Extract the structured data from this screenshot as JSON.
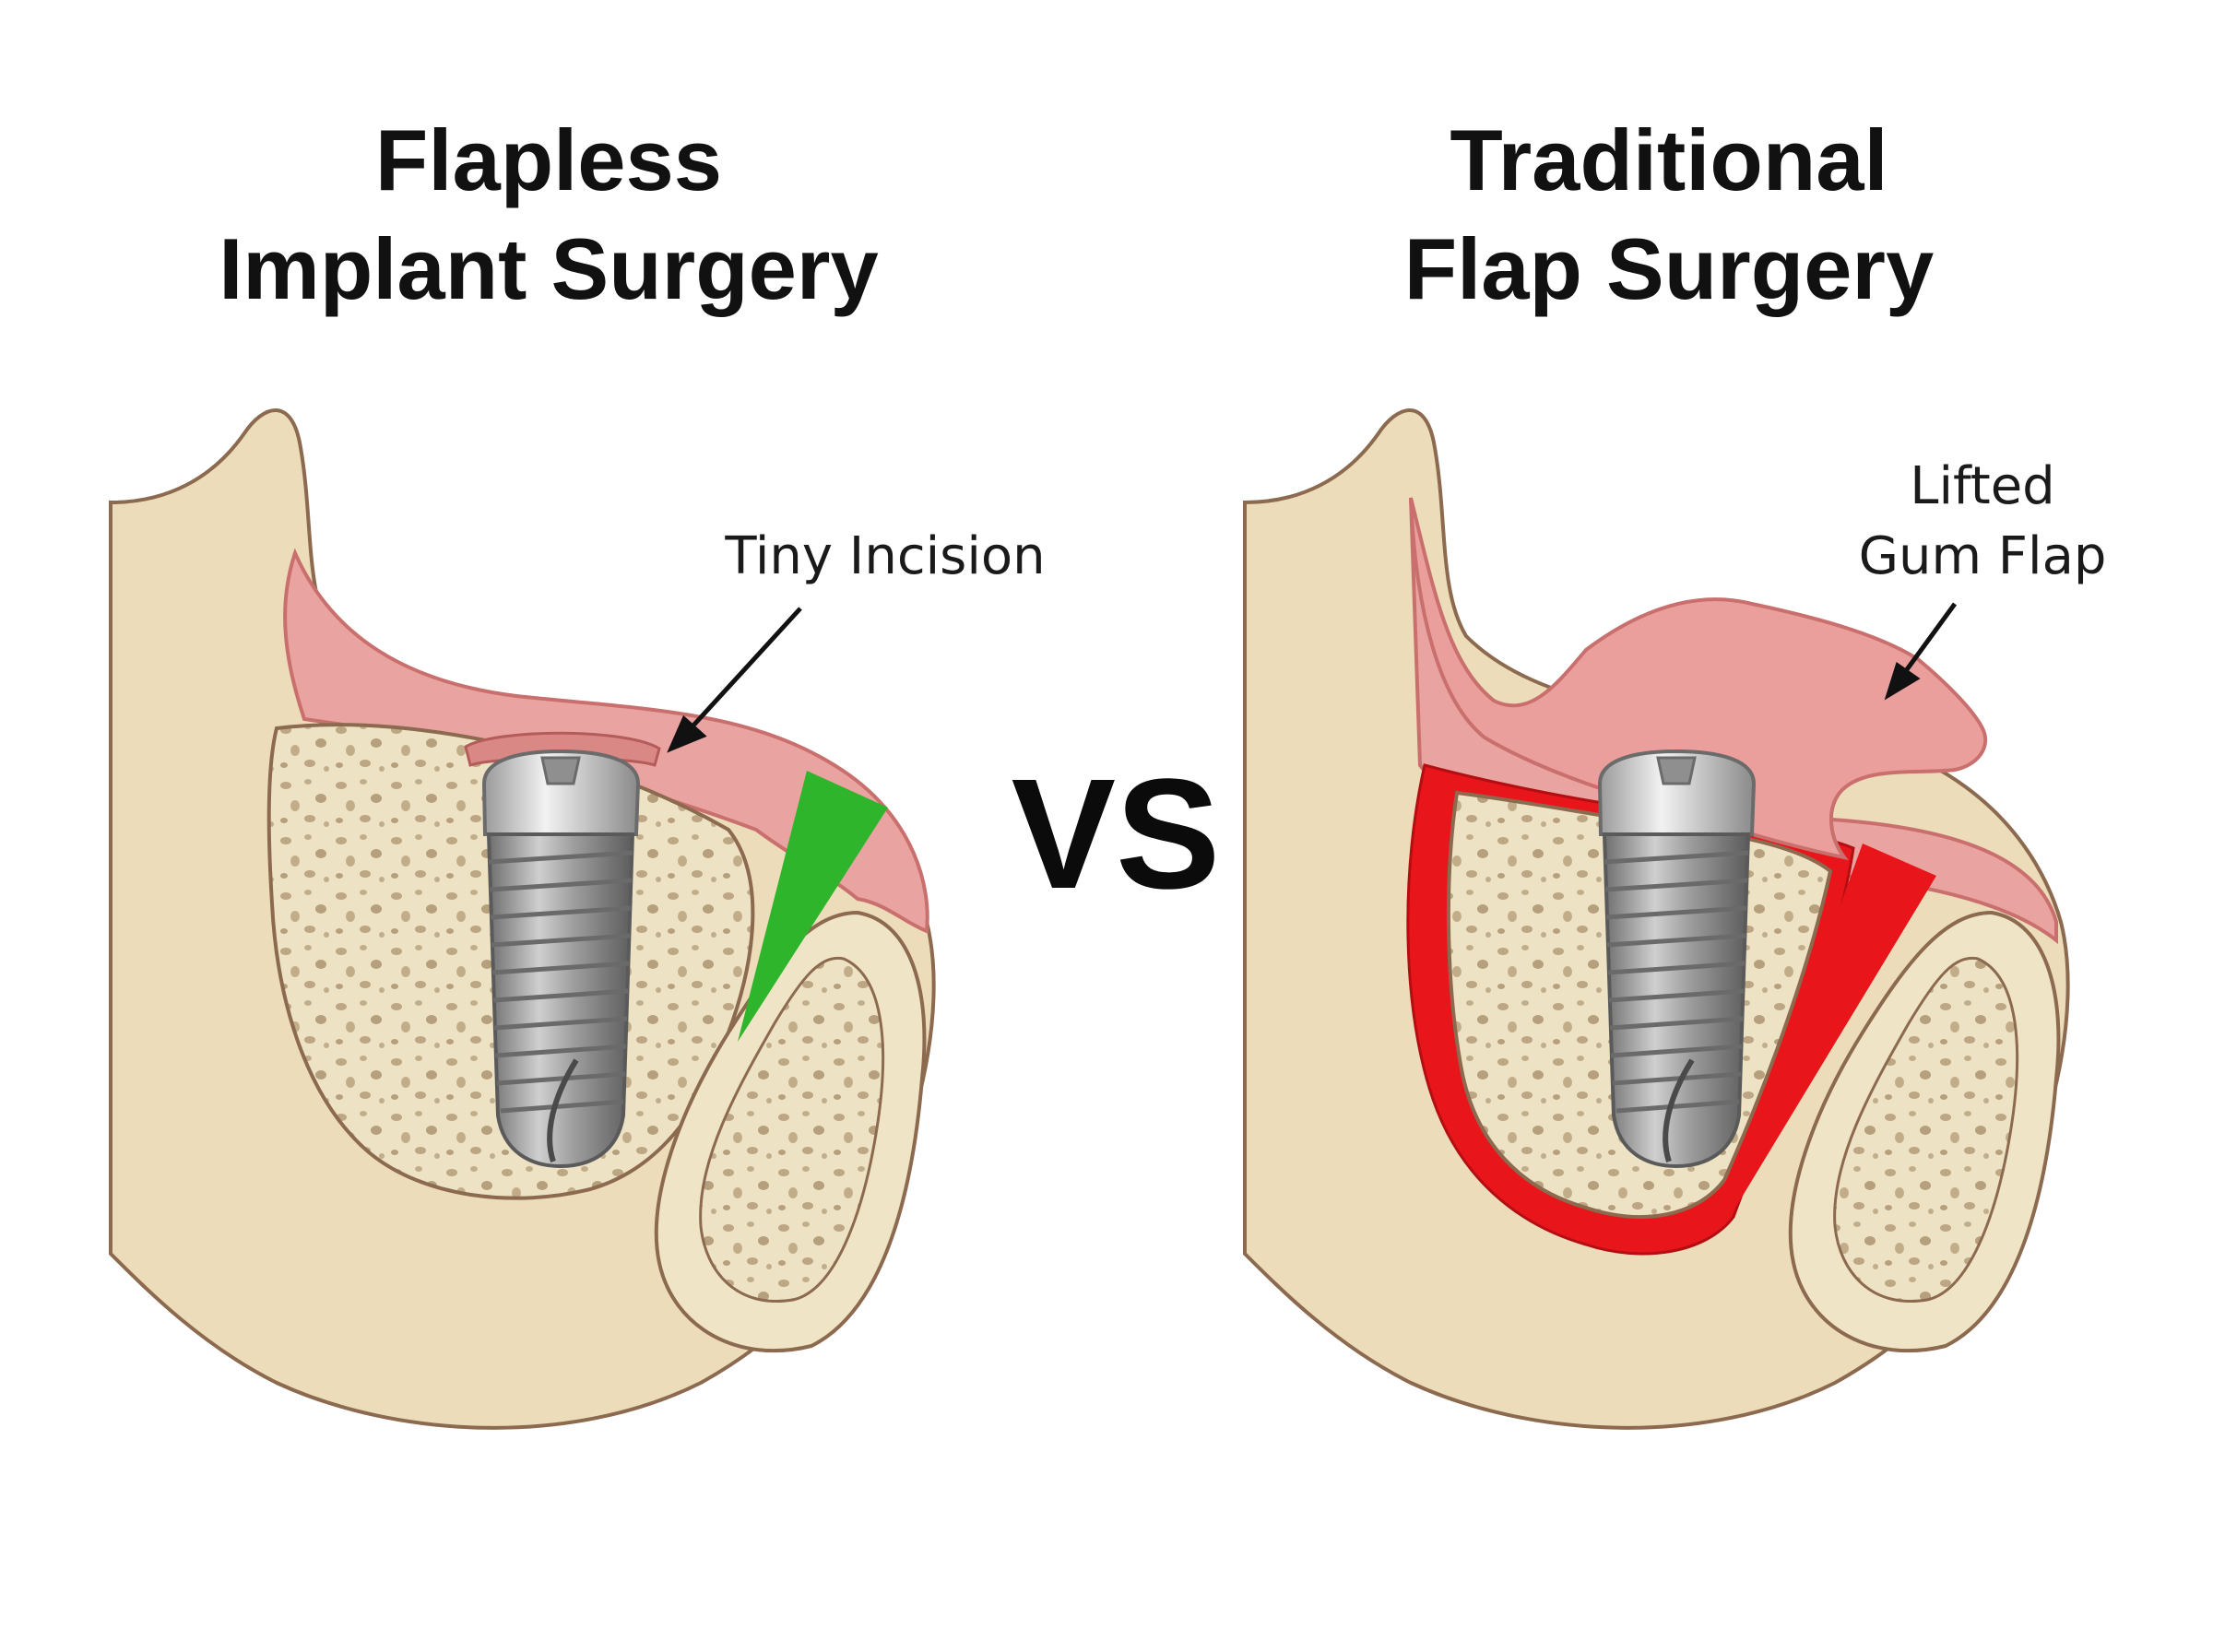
{
  "left_panel": {
    "title_line1": "Flapless",
    "title_line2": "Implant Surgery",
    "annotation": "Tiny Incision",
    "indicator_color": "#2fb52b"
  },
  "vs_label": "VS",
  "right_panel": {
    "title_line1": "Traditional",
    "title_line2": "Flap Surgery",
    "annotation_line1": "Lifted",
    "annotation_line2": "Gum Flap",
    "indicator_color": "#e8161b"
  },
  "colors": {
    "gum": "#e9a3a0",
    "gum_dark": "#c9706e",
    "bone": "#ede2c4",
    "bone_outline": "#8c6a4f",
    "marrow": "#b8a27f",
    "implant": "#a9a9a9",
    "implant_collar": "#d8d8d8"
  }
}
